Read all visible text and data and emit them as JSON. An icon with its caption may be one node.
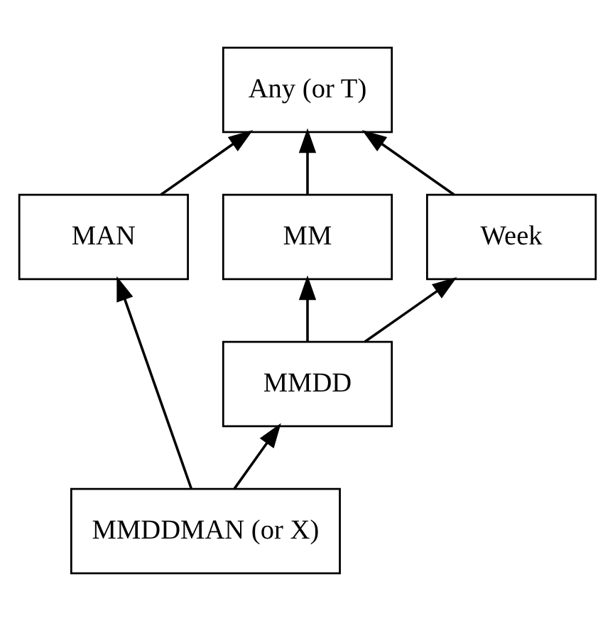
{
  "diagram": {
    "nodes": [
      {
        "text": [
          "Any (or T)"
        ]
      },
      {
        "text": [
          "MM"
        ]
      },
      {
        "text": [
          "Week"
        ]
      },
      {
        "text": [
          "MAN"
        ]
      },
      {
        "text": [
          "MMDD"
        ]
      },
      {
        "text": [
          "MMDDMAN (or X)"
        ]
      }
    ],
    "edges": [
      {
        "from": 1,
        "to": 0,
        "arrow": "to"
      },
      {
        "from": 2,
        "to": 0,
        "arrow": "to"
      },
      {
        "from": 3,
        "to": 0,
        "arrow": "to"
      },
      {
        "from": 4,
        "to": 1,
        "arrow": "to"
      },
      {
        "from": 4,
        "to": 2,
        "arrow": "to"
      },
      {
        "from": 5,
        "to": 4,
        "arrow": "to"
      },
      {
        "from": 5,
        "to": 3,
        "arrow": "to"
      }
    ]
  }
}
